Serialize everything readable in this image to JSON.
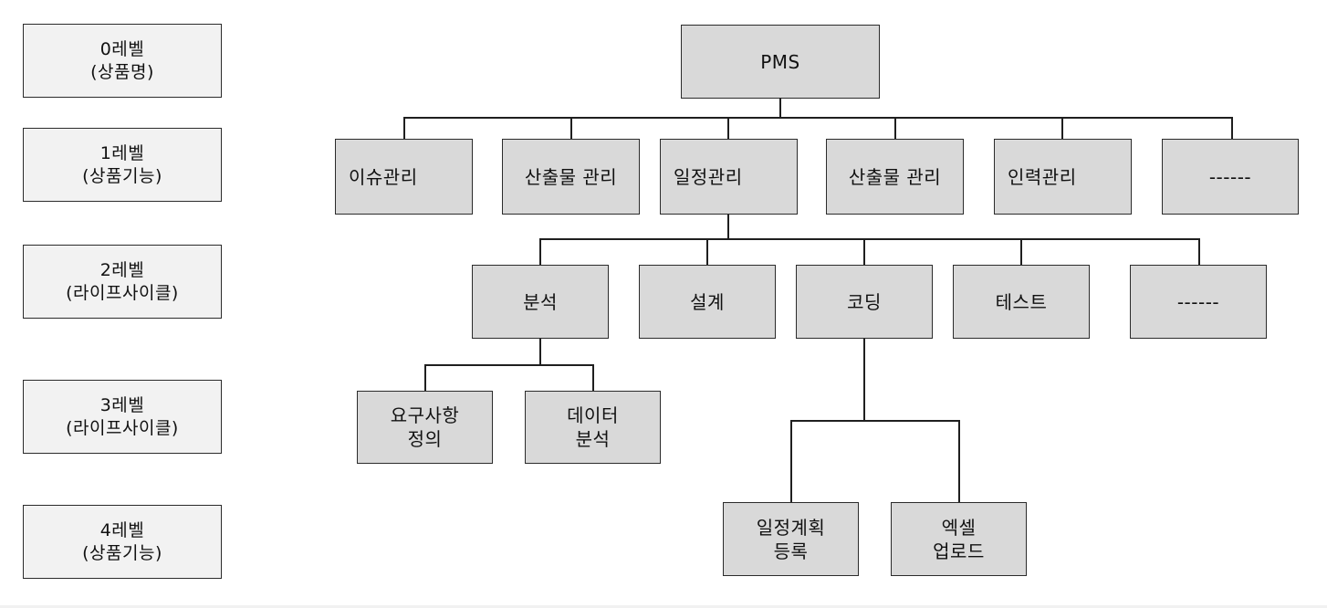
{
  "level_labels": {
    "level0": "0레벨\n(상품명)",
    "level1": "1레벨\n(상품기능)",
    "level2": "2레벨\n(라이프사이클)",
    "level3": "3레벨\n(라이프사이클)",
    "level4": "4레벨\n(상품기능)"
  },
  "root": {
    "label": "PMS"
  },
  "level1_nodes": [
    {
      "label": "이슈관리"
    },
    {
      "label": "산출물 관리"
    },
    {
      "label": "일정관리"
    },
    {
      "label": "산출물 관리"
    },
    {
      "label": "인력관리"
    },
    {
      "label": "------"
    }
  ],
  "level2_nodes": [
    {
      "label": "분석"
    },
    {
      "label": "설계"
    },
    {
      "label": "코딩"
    },
    {
      "label": "테스트"
    },
    {
      "label": "------"
    }
  ],
  "level3_nodes": [
    {
      "label": "요구사항\n정의"
    },
    {
      "label": "데이터\n분석"
    }
  ],
  "level4_nodes": [
    {
      "label": "일정계획\n등록"
    },
    {
      "label": "엑셀\n업로드"
    }
  ],
  "colors": {
    "node_fill": "#d9d9d9",
    "level_fill": "#f2f2f2",
    "border": "#2b2b2b",
    "connector": "#1f1f1f"
  }
}
